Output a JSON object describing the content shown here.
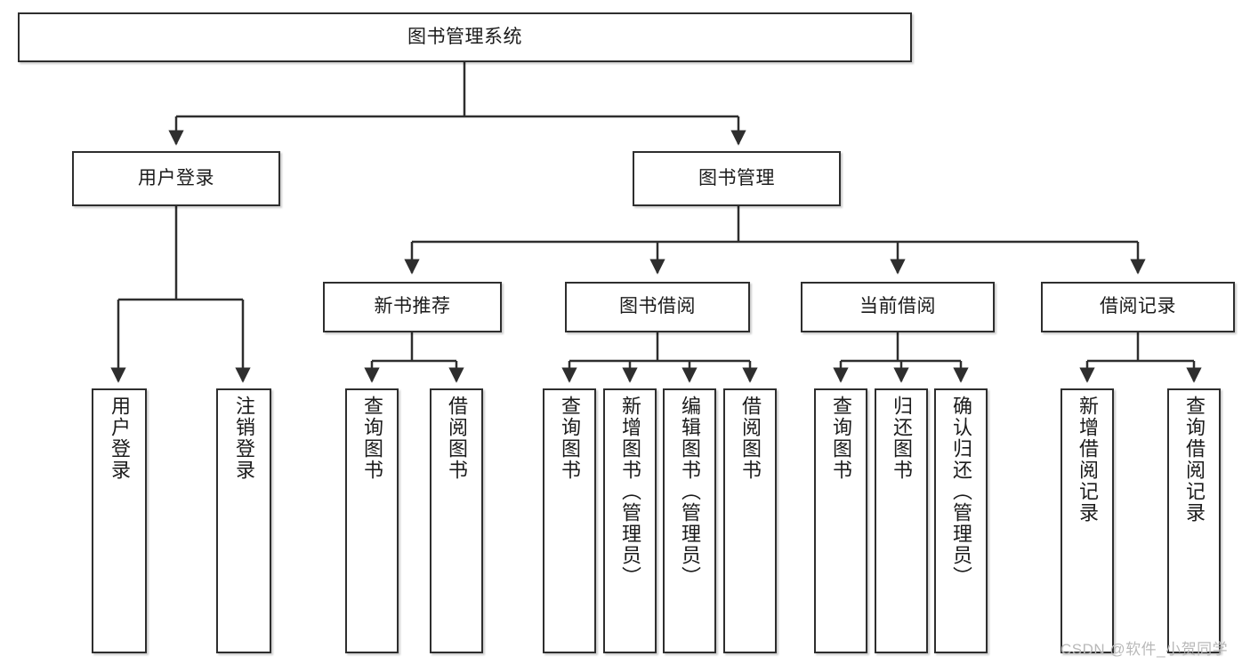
{
  "diagram": {
    "type": "tree-hierarchy",
    "title": "图书管理系统",
    "watermark": "CSDN @软件_小贺同学",
    "colors": {
      "stroke": "#2e2e2e",
      "fill": "#ffffff",
      "text": "#1b1b1b",
      "watermark": "#b9b9b9"
    },
    "nodes": {
      "root": {
        "label": "图书管理系统"
      },
      "level2": [
        {
          "label": "用户登录"
        },
        {
          "label": "图书管理"
        }
      ],
      "level3": [
        {
          "label": "新书推荐"
        },
        {
          "label": "图书借阅"
        },
        {
          "label": "当前借阅"
        },
        {
          "label": "借阅记录"
        }
      ],
      "leaves_user_login": [
        {
          "label": "用户登录"
        },
        {
          "label": "注销登录"
        }
      ],
      "leaves_new_book": [
        {
          "label": "查询图书"
        },
        {
          "label": "借阅图书"
        }
      ],
      "leaves_borrow": [
        {
          "label": "查询图书"
        },
        {
          "label": "新增图书（管理员）"
        },
        {
          "label": "编辑图书（管理员）"
        },
        {
          "label": "借阅图书"
        }
      ],
      "leaves_current": [
        {
          "label": "查询图书"
        },
        {
          "label": "归还图书"
        },
        {
          "label": "确认归还（管理员）"
        }
      ],
      "leaves_records": [
        {
          "label": "新增借阅记录"
        },
        {
          "label": "查询借阅记录"
        }
      ]
    }
  }
}
